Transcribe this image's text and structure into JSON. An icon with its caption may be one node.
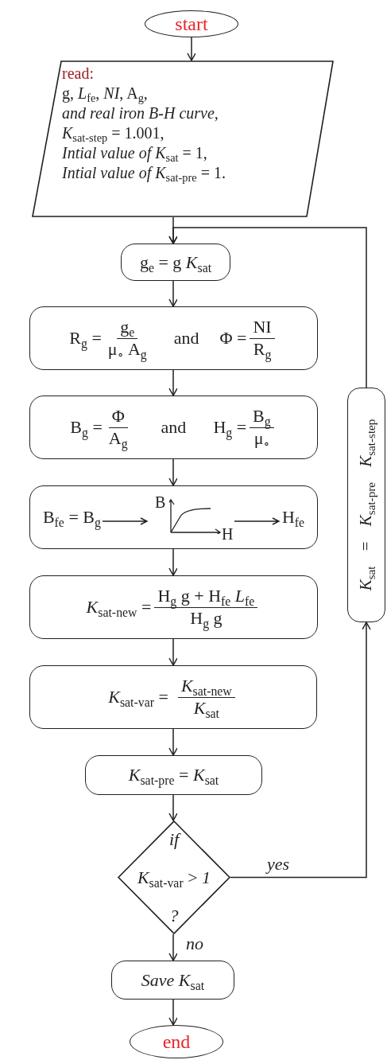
{
  "diagram": {
    "nodes": [
      {
        "text": [
          "start"
        ]
      },
      {
        "text": [
          "read:",
          "g, *L*$_{fe}$, *NI*, A$_{g}$,",
          "and real iron B-H curve,",
          "*K*$_{sat-step}$ = 1.001,",
          "*Intial value of* *K*$_{sat}$ = 1,",
          "*Intial value of*  *K*$_{sat-pre}$ = 1."
        ]
      },
      {
        "text": [
          "g$_{e}$ = g *K*$_{sat}$"
        ]
      },
      {
        "text": [
          "R$_{g}$ =",
          "g$_{e}$",
          "μ$_{∘}$ A$_{g}$",
          "and",
          "Φ =",
          "NI",
          "R$_{g}$"
        ]
      },
      {
        "text": [
          "B$_{g}$ =",
          "Φ",
          "A$_{g}$",
          "and",
          "H$_{g}$ =",
          "B$_{g}$",
          "μ$_{∘}$"
        ]
      },
      {
        "text": [
          "B$_{fe}$ = B$_{g}$",
          "B",
          "H",
          "H$_{fe}$"
        ]
      },
      {
        "text": [
          "*K*$_{sat-new}$ =",
          "H$_{g}$ g + H$_{fe}$ *L*$_{fe}$",
          "H$_{g}$ g"
        ]
      },
      {
        "text": [
          "*K*$_{sat-var}$ =",
          "*K*$_{sat-new}$",
          "*K*$_{sat}$"
        ]
      },
      {
        "text": [
          "*K*$_{sat-pre}$ = *K*$_{sat}$"
        ]
      },
      {
        "text": [
          "if",
          "*K*$_{sat-var}$ > *1*",
          "?"
        ]
      },
      {
        "text": [
          "*Save K*$_{sat}$"
        ]
      },
      {
        "text": [
          "end"
        ]
      },
      {
        "text": [
          "*K*$_{sat}$ = *K*$_{sat-pre}$ *K*$_{sat-step}$"
        ]
      }
    ],
    "edges": [
      {
        "from": 0,
        "to": 1,
        "arrow": "to"
      },
      {
        "from": 1,
        "to": 2,
        "arrow": "to"
      },
      {
        "from": 2,
        "to": 3,
        "arrow": "to"
      },
      {
        "from": 3,
        "to": 4,
        "arrow": "to"
      },
      {
        "from": 4,
        "to": 5,
        "arrow": "to"
      },
      {
        "from": 5,
        "to": 6,
        "arrow": "to"
      },
      {
        "from": 6,
        "to": 7,
        "arrow": "to"
      },
      {
        "from": 7,
        "to": 8,
        "arrow": "to"
      },
      {
        "from": 8,
        "to": 9,
        "arrow": "to"
      },
      {
        "from": 9,
        "to": 12,
        "arrow": "to",
        "label": "yes"
      },
      {
        "from": 12,
        "to": 2,
        "arrow": "to"
      },
      {
        "from": 9,
        "to": 10,
        "arrow": "to",
        "label": "no"
      },
      {
        "from": 10,
        "to": 11,
        "arrow": "to"
      }
    ]
  }
}
